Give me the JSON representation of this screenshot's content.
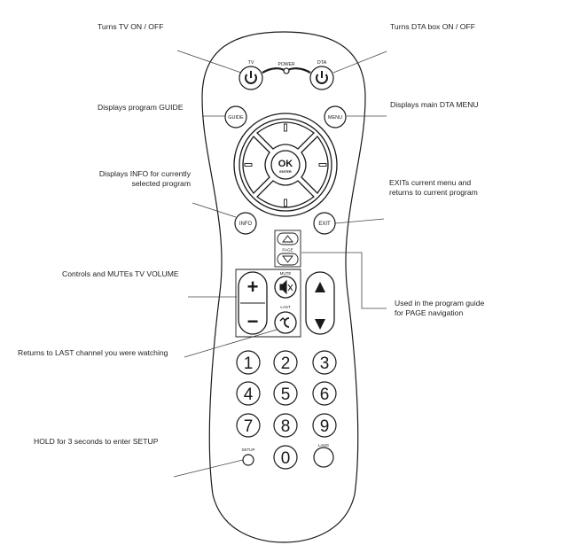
{
  "annotations": {
    "tv_power": "Turns TV ON / OFF",
    "dta_power": "Turns DTA box ON / OFF",
    "guide": "Displays program GUIDE",
    "menu": "Displays main DTA MENU",
    "info_line1": "Displays INFO for currently",
    "info_line2": "selected program",
    "exit_line1": "EXITs current menu and",
    "exit_line2": "returns to current program",
    "volume": "Controls and MUTEs TV VOLUME",
    "page_line1": "Used in the program guide",
    "page_line2": "for PAGE navigation",
    "last": "Returns to LAST channel you were watching",
    "setup": "HOLD for 3 seconds to enter SETUP"
  },
  "remote": {
    "tv_label": "TV",
    "power_label": "POWER",
    "dta_label": "DTA",
    "guide_label": "GUIDE",
    "menu_label": "MENU",
    "ok_label": "OK",
    "enter_label": "ENTER",
    "info_label": "INFO",
    "exit_label": "EXIT",
    "page_label": "PAGE",
    "mute_label": "MUTE",
    "last_label": "LAST",
    "vol_plus": "+",
    "vol_minus": "−",
    "setup_label": "SETUP",
    "lang_label": "LANG",
    "digits": [
      "1",
      "2",
      "3",
      "4",
      "5",
      "6",
      "7",
      "8",
      "9",
      "0"
    ]
  },
  "colors": {
    "line": "#1a1a1a",
    "leader": "#444444",
    "background": "#ffffff"
  }
}
